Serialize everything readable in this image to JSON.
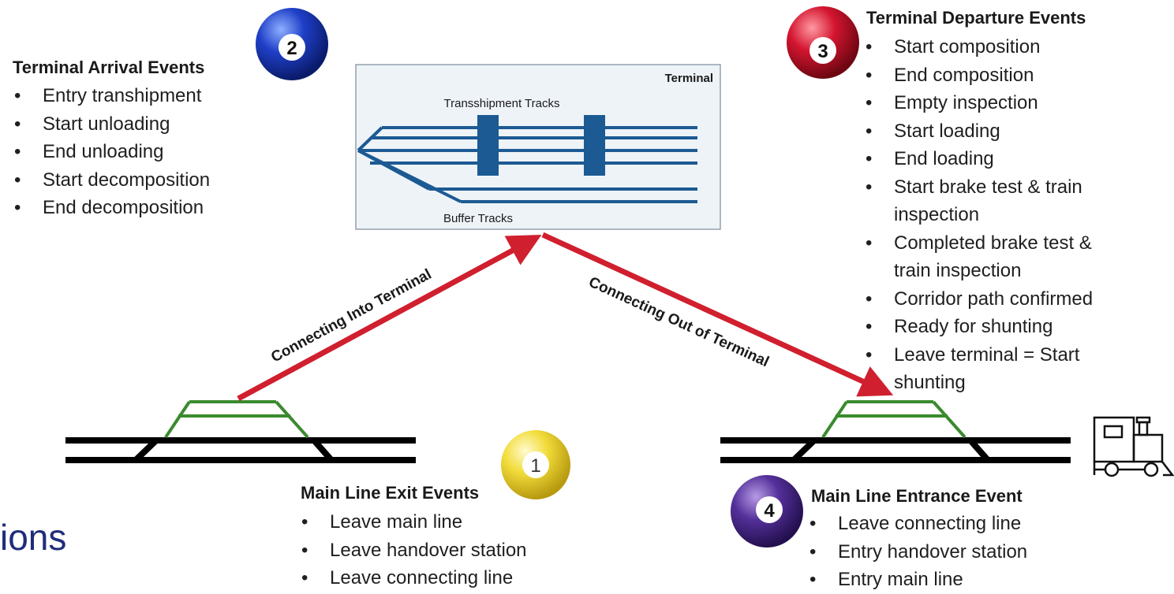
{
  "slide_title_fragment": "ions",
  "terminal": {
    "label": "Terminal",
    "transshipment_label": "Transshipment Tracks",
    "buffer_label": "Buffer Tracks"
  },
  "connectors": {
    "into": "Connecting Into Terminal",
    "out": "Connecting Out of Terminal"
  },
  "event_groups": [
    {
      "number": "1",
      "ball_color": "#e6cf2a",
      "title": "Main Line Exit Events",
      "items": [
        "Leave main line",
        "Leave handover station",
        "Leave connecting line"
      ]
    },
    {
      "number": "2",
      "ball_color": "#1f3fb8",
      "title": "Terminal Arrival Events",
      "items": [
        "Entry transhipment",
        "Start unloading",
        "End unloading",
        "Start decomposition",
        "End decomposition"
      ]
    },
    {
      "number": "3",
      "ball_color": "#c8122a",
      "title": "Terminal Departure Events",
      "items": [
        "Start composition",
        "End composition",
        "Empty inspection",
        "Start loading",
        "End loading",
        "Start brake test & train inspection",
        "Completed brake test & train inspection",
        "Corridor path confirmed",
        "Ready for shunting",
        "Leave terminal = Start shunting"
      ]
    },
    {
      "number": "4",
      "ball_color": "#4b2a8c",
      "title": "Main Line Entrance Event",
      "items": [
        "Leave connecting line",
        "Entry handover station",
        "Entry main line"
      ]
    }
  ],
  "colors": {
    "track": "#1c5a93",
    "arrow": "#d01f2e",
    "platform": "#3a8a2e",
    "rail": "#000000",
    "title_text": "#1f2d7a"
  },
  "icons": {
    "train": "locomotive-icon"
  }
}
